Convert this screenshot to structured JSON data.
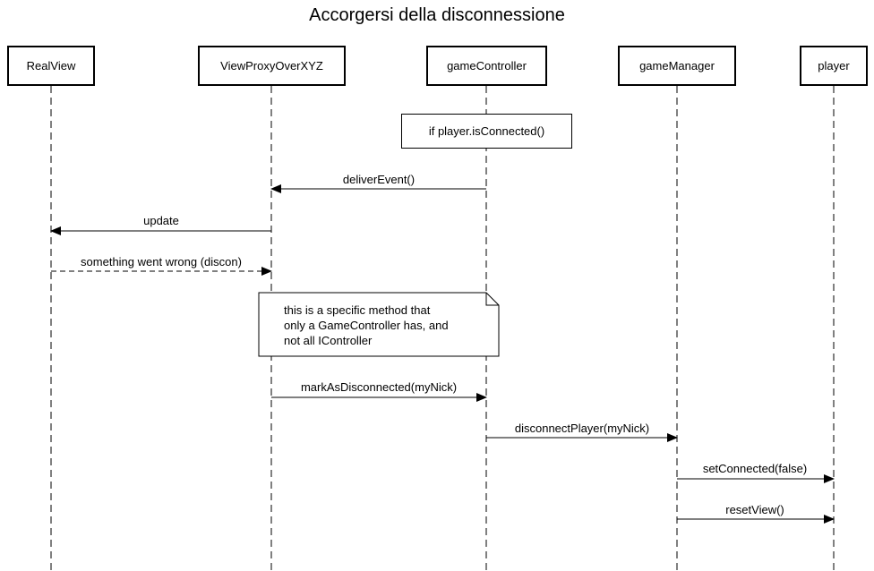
{
  "title": "Accorgersi della disconnessione",
  "participants": [
    {
      "label": "RealView"
    },
    {
      "label": "ViewProxyOverXYZ"
    },
    {
      "label": "gameController"
    },
    {
      "label": "gameManager"
    },
    {
      "label": "player"
    }
  ],
  "condition": {
    "label": "if player.isConnected()"
  },
  "messages": [
    {
      "label": "deliverEvent()",
      "from": "gameController",
      "to": "ViewProxyOverXYZ",
      "style": "solid"
    },
    {
      "label": "update",
      "from": "ViewProxyOverXYZ",
      "to": "RealView",
      "style": "solid"
    },
    {
      "label": "something went wrong (discon)",
      "from": "RealView",
      "to": "ViewProxyOverXYZ",
      "style": "dashed"
    },
    {
      "label": "markAsDisconnected(myNick)",
      "from": "ViewProxyOverXYZ",
      "to": "gameController",
      "style": "solid"
    },
    {
      "label": "disconnectPlayer(myNick)",
      "from": "gameController",
      "to": "gameManager",
      "style": "solid"
    },
    {
      "label": "setConnected(false)",
      "from": "gameManager",
      "to": "player",
      "style": "solid"
    },
    {
      "label": "resetView()",
      "from": "gameManager",
      "to": "player",
      "style": "solid"
    }
  ],
  "note": {
    "lines": [
      "this is a specific method that",
      "only a GameController has, and",
      "not all IController"
    ]
  }
}
